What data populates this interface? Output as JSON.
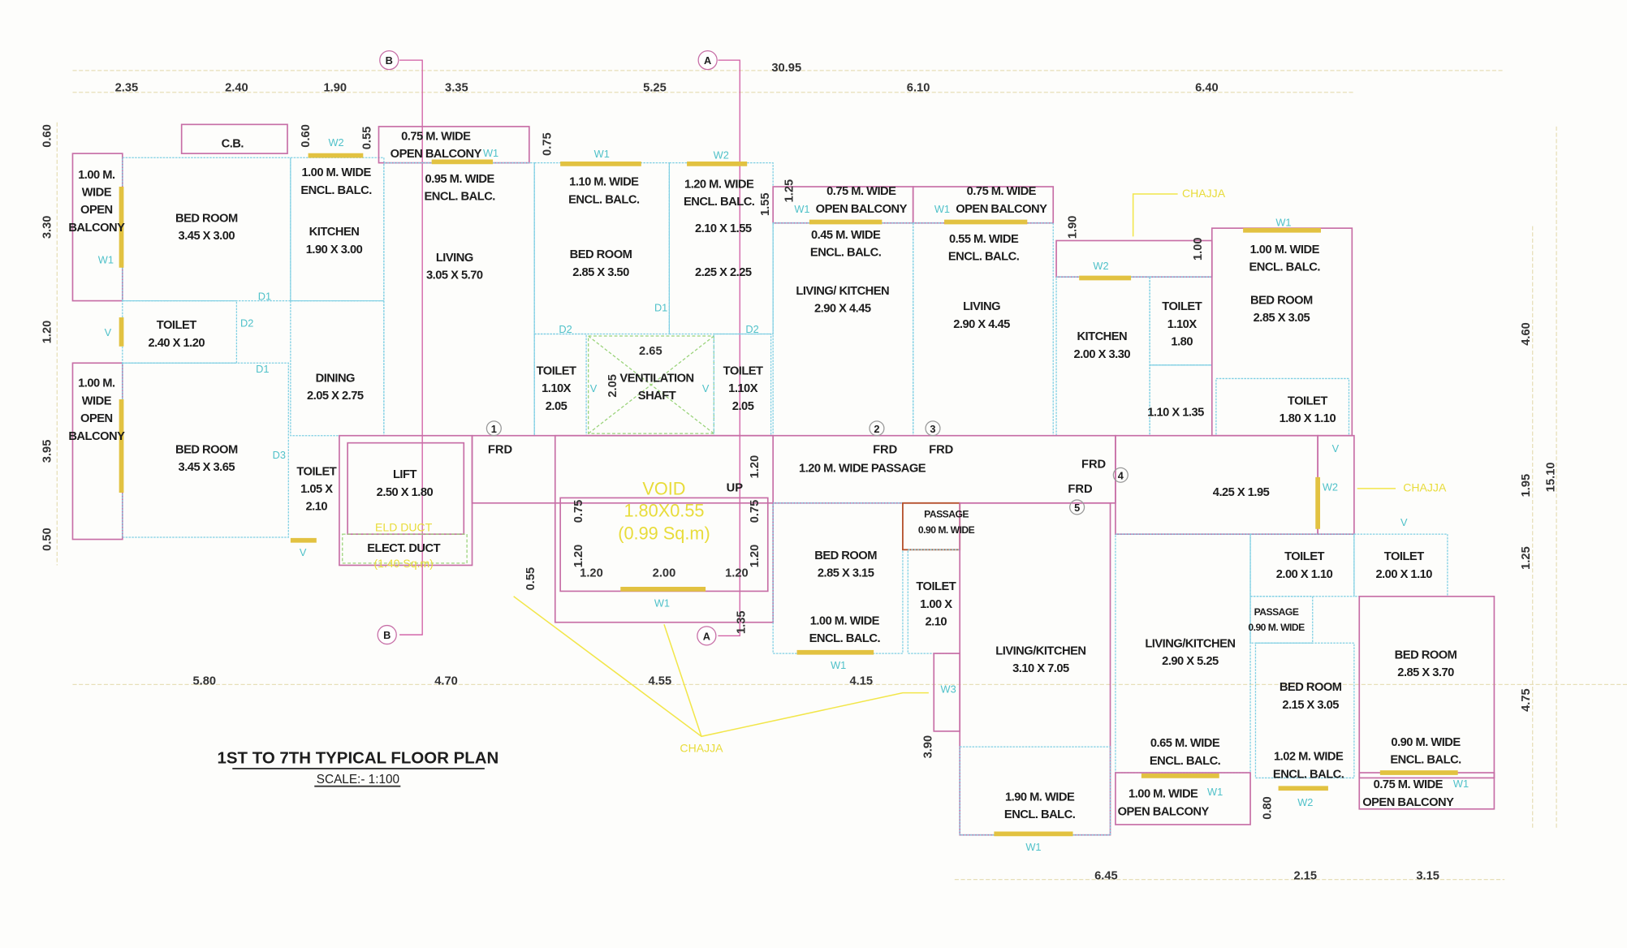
{
  "title": "1ST TO 7TH TYPICAL FLOOR PLAN",
  "scale": "SCALE:- 1:100",
  "colors": {
    "wall": "#c76ea6",
    "inner_wall": "#7fcfe3",
    "window": "#e2c241",
    "door": "#b5502a",
    "annotation": "#e8dc3a",
    "tag": "#4fc1c9"
  },
  "rooms": [
    {
      "lines": [
        "1.00 M.",
        "WIDE",
        "OPEN",
        "BALCONY"
      ]
    },
    {
      "lines": [
        "C.B."
      ]
    },
    {
      "lines": [
        "BED ROOM",
        "3.45 X 3.00"
      ]
    },
    {
      "lines": [
        "1.00 M. WIDE",
        "ENCL. BALC."
      ]
    },
    {
      "lines": [
        "KITCHEN",
        "1.90 X 3.00"
      ]
    },
    {
      "lines": [
        "0.75 M. WIDE",
        "OPEN BALCONY"
      ]
    },
    {
      "lines": [
        "0.95 M. WIDE",
        "ENCL. BALC."
      ]
    },
    {
      "lines": [
        "LIVING",
        "3.05 X 5.70"
      ]
    },
    {
      "lines": [
        "1.10 M. WIDE",
        "ENCL. BALC."
      ]
    },
    {
      "lines": [
        "1.20 M. WIDE",
        "ENCL. BALC."
      ]
    },
    {
      "lines": [
        "2.10 X 1.55"
      ]
    },
    {
      "lines": [
        "BED ROOM",
        "2.85 X 3.50"
      ]
    },
    {
      "lines": [
        "2.25 X 2.25"
      ]
    },
    {
      "lines": [
        "0.75 M. WIDE",
        "OPEN BALCONY"
      ]
    },
    {
      "lines": [
        "0.45 M. WIDE",
        "ENCL. BALC."
      ]
    },
    {
      "lines": [
        "LIVING/ KITCHEN",
        "2.90 X 4.45"
      ]
    },
    {
      "lines": [
        "0.75 M. WIDE",
        "OPEN BALCONY"
      ]
    },
    {
      "lines": [
        "0.55 M. WIDE",
        "ENCL. BALC."
      ]
    },
    {
      "lines": [
        "LIVING",
        "2.90 X 4.45"
      ]
    },
    {
      "lines": [
        "1.00 M. WIDE",
        "ENCL. BALC."
      ]
    },
    {
      "lines": [
        "BED ROOM",
        "2.85 X 3.05"
      ]
    },
    {
      "lines": [
        "KITCHEN",
        "2.00 X 3.30"
      ]
    },
    {
      "lines": [
        "TOILET",
        "1.10X",
        "1.80"
      ]
    },
    {
      "lines": [
        "1.10 X 1.35"
      ]
    },
    {
      "lines": [
        "TOILET",
        "1.80 X 1.10"
      ]
    },
    {
      "lines": [
        "TOILET",
        "2.40 X 1.20"
      ]
    },
    {
      "lines": [
        "DINING",
        "2.05 X 2.75"
      ]
    },
    {
      "lines": [
        "VENTILATION",
        "SHAFT"
      ]
    },
    {
      "lines": [
        "TOILET",
        "1.10X",
        "2.05"
      ]
    },
    {
      "lines": [
        "TOILET",
        "1.10X",
        "2.05"
      ]
    },
    {
      "lines": [
        "1.00 M.",
        "WIDE",
        "OPEN",
        "BALCONY"
      ]
    },
    {
      "lines": [
        "BED ROOM",
        "3.45 X 3.65"
      ]
    },
    {
      "lines": [
        "TOILET",
        "1.05 X",
        "2.10"
      ]
    },
    {
      "lines": [
        "LIFT",
        "2.50 X 1.80"
      ]
    },
    {
      "lines": [
        "ELECT. DUCT"
      ]
    },
    {
      "lines": [
        "1.20 M. WIDE PASSAGE"
      ]
    },
    {
      "lines": [
        "4.25 X 1.95"
      ]
    },
    {
      "lines": [
        "PASSAGE",
        "0.90 M. WIDE"
      ]
    },
    {
      "lines": [
        "BED ROOM",
        "2.85 X 3.15"
      ]
    },
    {
      "lines": [
        "TOILET",
        "1.00 X",
        "2.10"
      ]
    },
    {
      "lines": [
        "1.00 M. WIDE",
        "ENCL. BALC."
      ]
    },
    {
      "lines": [
        "LIVING/KITCHEN",
        "3.10 X 7.05"
      ]
    },
    {
      "lines": [
        "LIVING/KITCHEN",
        "2.90 X 5.25"
      ]
    },
    {
      "lines": [
        "TOILET",
        "2.00 X 1.10"
      ]
    },
    {
      "lines": [
        "TOILET",
        "2.00 X 1.10"
      ]
    },
    {
      "lines": [
        "PASSAGE",
        "0.90 M. WIDE"
      ]
    },
    {
      "lines": [
        "BED ROOM",
        "2.85 X 3.70"
      ]
    },
    {
      "lines": [
        "BED ROOM",
        "2.15 X 3.05"
      ]
    },
    {
      "lines": [
        "0.65 M. WIDE",
        "ENCL. BALC."
      ]
    },
    {
      "lines": [
        "1.02 M. WIDE",
        "ENCL. BALC."
      ]
    },
    {
      "lines": [
        "0.90 M. WIDE",
        "ENCL. BALC."
      ]
    },
    {
      "lines": [
        "1.90 M. WIDE",
        "ENCL. BALC."
      ]
    },
    {
      "lines": [
        "1.00 M. WIDE",
        "OPEN BALCONY"
      ]
    },
    {
      "lines": [
        "0.75 M. WIDE",
        "OPEN BALCONY"
      ]
    }
  ],
  "dimensions": {
    "overall_width": "30.95",
    "overall_depth": "15.10",
    "top": [
      "2.35",
      "2.40",
      "1.90",
      "3.35",
      "5.25",
      "6.10",
      "6.40"
    ],
    "left": [
      "0.60",
      "3.30",
      "1.20",
      "3.95",
      "0.50"
    ],
    "bottom_left": [
      "5.80",
      "4.70",
      "4.55",
      "4.15"
    ],
    "bottom_right": [
      "6.45",
      "2.15",
      "3.15"
    ],
    "right": [
      "4.60",
      "1.95",
      "1.25",
      "4.75"
    ],
    "inner_horizontal": [
      "2.65",
      "1.20",
      "2.00",
      "1.20"
    ],
    "inner_vertical": [
      "0.60",
      "0.55",
      "0.75",
      "1.25",
      "1.55",
      "1.90",
      "1.00",
      "2.05",
      "1.20",
      "0.75",
      "0.75",
      "1.20",
      "1.20",
      "0.55",
      "1.35",
      "3.90",
      "0.80"
    ]
  },
  "tags": [
    "FRD",
    "FRD",
    "FRD",
    "FRD",
    "FRD",
    "UP"
  ],
  "door_numbers": [
    "1",
    "2",
    "3",
    "4",
    "5"
  ],
  "grid_markers": [
    "B",
    "A",
    "B",
    "A"
  ],
  "openings": [
    "W1",
    "W2",
    "W1",
    "W1",
    "W2",
    "W1",
    "W1",
    "W2",
    "W1",
    "D1",
    "D2",
    "D1",
    "D3",
    "D2",
    "D2",
    "D1",
    "V",
    "V",
    "V",
    "V",
    "W1",
    "W1",
    "W3",
    "W1",
    "W2",
    "W1",
    "W1",
    "W2",
    "V",
    "V"
  ],
  "annotations": {
    "chajja": [
      "CHAJJA",
      "CHAJJA",
      "CHAJJA"
    ],
    "void": [
      "VOID",
      "1.80X0.55",
      "(0.99 Sq.m)"
    ],
    "duct": [
      "ELD DUCT",
      "(1.40 Sq.m)"
    ]
  }
}
